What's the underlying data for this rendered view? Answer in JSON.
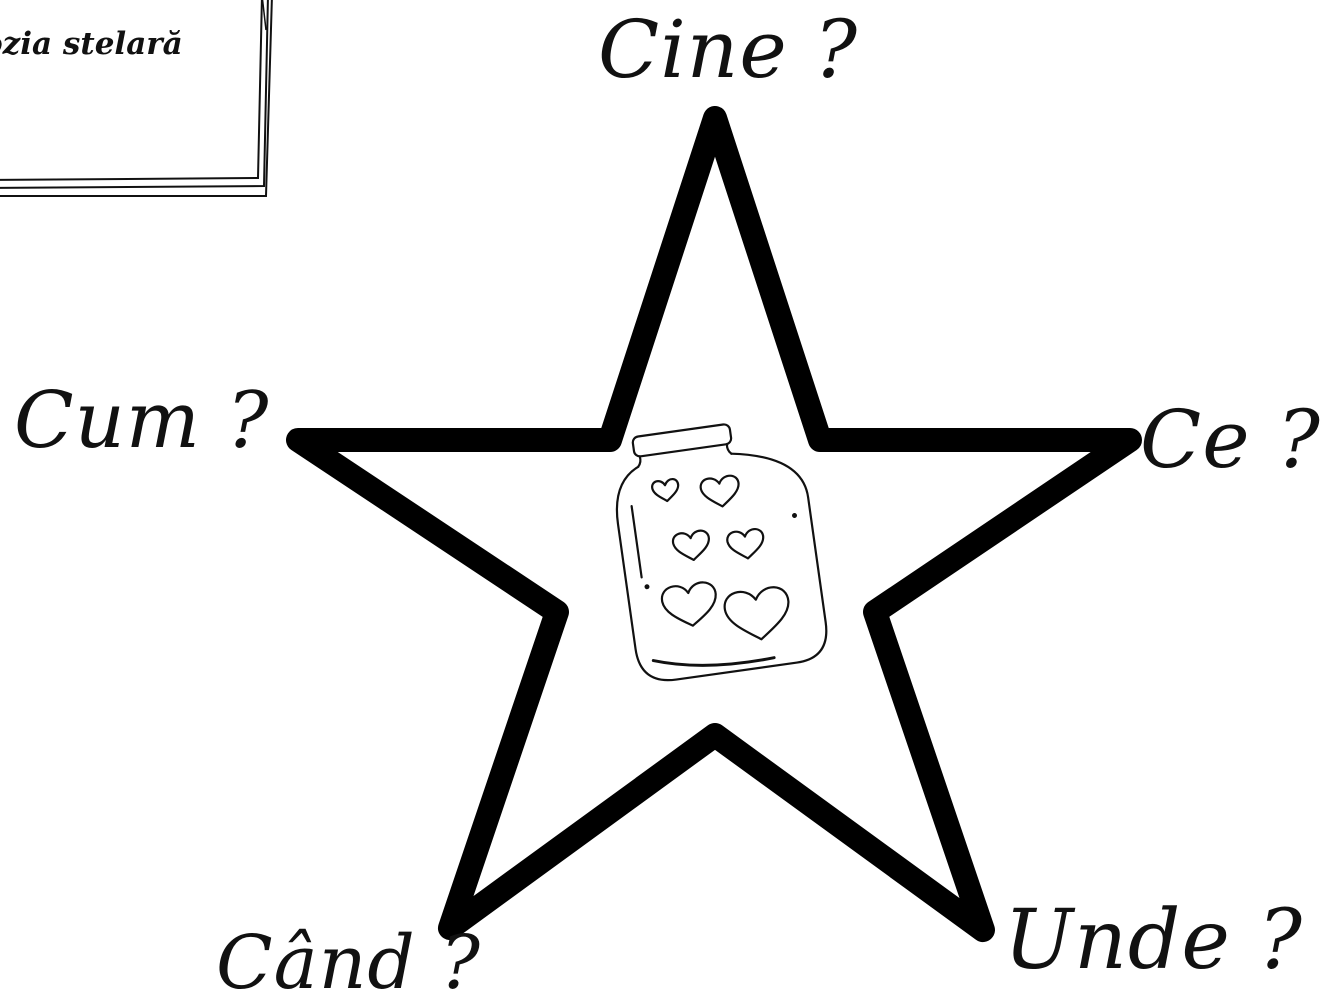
{
  "title_card": {
    "text": "ozia stelară"
  },
  "questions": {
    "cine": "Cine ?",
    "cum": "Cum ?",
    "ce": "Ce ?",
    "cand": "Când ?",
    "unde": "Unde ?"
  },
  "colors": {
    "ink": "#111111",
    "background": "#ffffff"
  },
  "icons": {
    "center": "jar-of-hearts-icon",
    "outline": "star-outline"
  }
}
